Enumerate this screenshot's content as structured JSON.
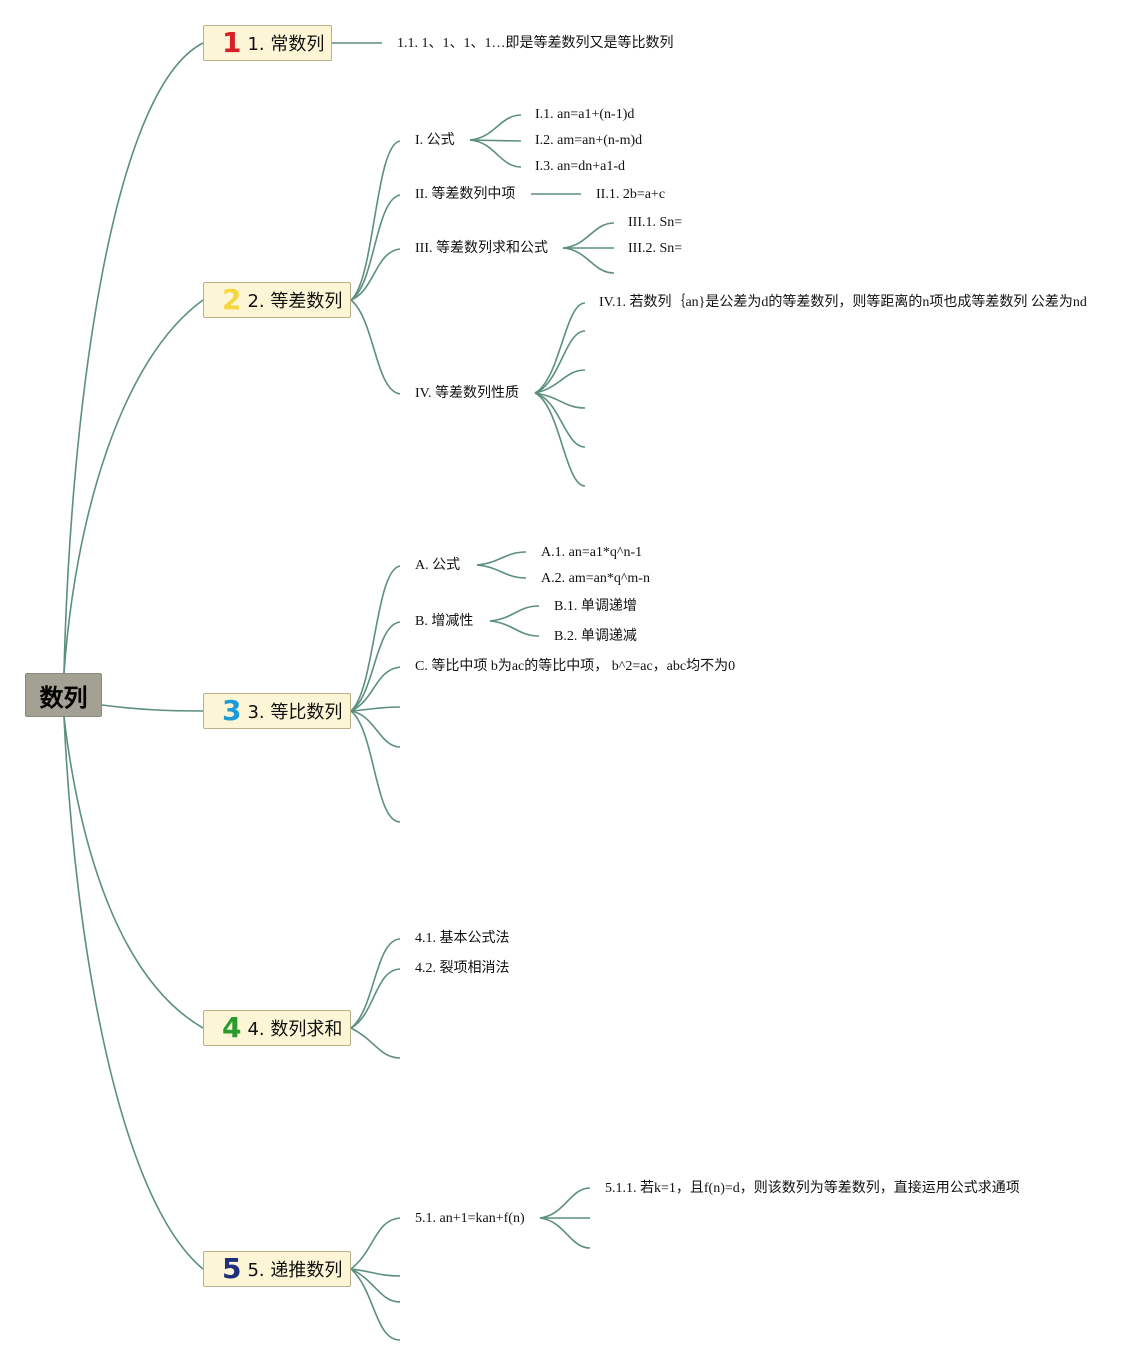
{
  "root": {
    "label": "数列"
  },
  "topics": [
    {
      "badge": "1",
      "badge_color": "#d81f26",
      "label": "1. 常数列"
    },
    {
      "badge": "2",
      "badge_color": "#f5d63f",
      "label": "2. 等差数列"
    },
    {
      "badge": "3",
      "badge_color": "#1e9bd7",
      "label": "3. 等比数列"
    },
    {
      "badge": "4",
      "badge_color": "#2a9c2e",
      "label": "4. 数列求和"
    },
    {
      "badge": "5",
      "badge_color": "#1f2f7a",
      "label": "5. 递推数列"
    }
  ],
  "nodes": {
    "t1_c1": "1.1. 1、1、1、1…即是等差数列又是等比数列",
    "t2_I": "I. 公式",
    "t2_I1": "I.1. an=a1+(n-1)d",
    "t2_I2": "I.2. am=an+(n-m)d",
    "t2_I3": "I.3. an=dn+a1-d",
    "t2_II": "II. 等差数列中项",
    "t2_II1": "II.1. 2b=a+c",
    "t2_III": "III. 等差数列求和公式",
    "t2_III1": "III.1. Sn=",
    "t2_III2": "III.2. Sn=",
    "t2_IV": "IV. 等差数列性质",
    "t2_IV1": "IV.1. 若数列｛an}是公差为d的等差数列，则等距离的n项也成等差数列 公差为nd",
    "t3_A": "A. 公式",
    "t3_A1": "A.1. an=a1*q^n-1",
    "t3_A2": "A.2. am=an*q^m-n",
    "t3_B": "B. 增减性",
    "t3_B1": "B.1. 单调递增",
    "t3_B2": "B.2. 单调递减",
    "t3_C": "C. 等比中项 b为ac的等比中项， b^2=ac，abc均不为0",
    "t4_1": "4.1. 基本公式法",
    "t4_2": "4.2. 裂项相消法",
    "t5_1": "5.1. an+1=kan+f(n)",
    "t5_11": "5.1.1. 若k=1，且f(n)=d，则该数列为等差数列，直接运用公式求通项"
  },
  "colors": {
    "link": "#5b8f7f"
  }
}
